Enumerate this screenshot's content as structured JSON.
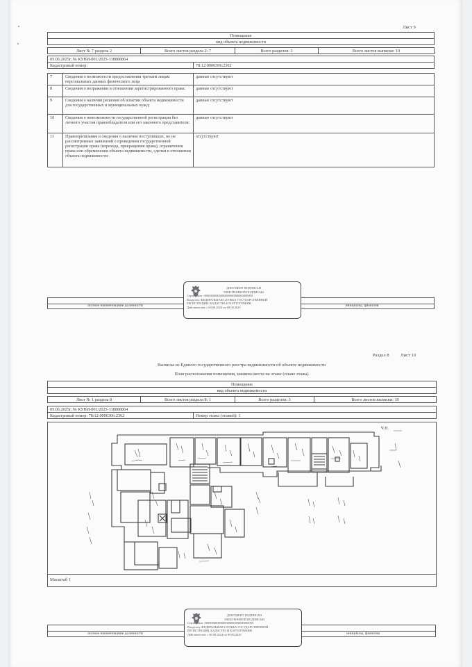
{
  "page1": {
    "sheet_label": "Лист 9",
    "object_type": "Помещение",
    "object_type_caption": "вид объекта недвижимости",
    "meta_row": [
      "Лист № 7 раздела 2",
      "Всего листов раздела 2: 7",
      "Всего разделов: 3",
      "Всего листов выписки: 10"
    ],
    "extract_number": "05.06.2025г. № КУВИ-001/2025-118888864",
    "cadastral_label": "Кадастровый номер:",
    "cadastral_value": "78:12:0006306:2362",
    "rows": [
      {
        "num": "7",
        "label": "Сведения о возможности предоставления третьим лицам персональных данных физического лица",
        "value": "данные отсутствуют"
      },
      {
        "num": "8",
        "label": "Сведения о возражении в отношении зарегистрированного права:",
        "value": "данные отсутствуют"
      },
      {
        "num": "9",
        "label": "Сведения о наличии решения об изъятии объекта недвижимости для государственных и муниципальных нужд:",
        "value": "данные отсутствуют"
      },
      {
        "num": "10",
        "label": "Сведения о невозможности государственной регистрации без личного участия правообладателя или его законного представителя:",
        "value": "данные отсутствуют"
      },
      {
        "num": "11",
        "label": "Правопритязания и сведения о наличии поступивших, но не рассмотренных заявлений о проведении государственной регистрации права (перехода, прекращения права), ограничения права или обременения объекта недвижимости, сделки в отношении объекта недвижимости:",
        "value": "отсутствуют"
      }
    ],
    "signature": {
      "position_caption": "полное наименование должности",
      "name_caption": "инициалы, фамилия",
      "stamp": {
        "line1": "ДОКУМЕНТ ПОДПИСАН",
        "line2": "ЭЛЕКТРОННОЙ ПОДПИСЬЮ",
        "line3": "Сертификат: 00000000000000000000000000000000",
        "line4": "Владелец: ФЕДЕРАЛЬНАЯ СЛУЖБА ГОСУДАРСТВЕННОЙ",
        "line5": "РЕГИСТРАЦИИ, КАДАСТРА И КАРТОГРАФИИ",
        "line6": "Действителен: с 00.00.2024 по 00.00.2025"
      }
    }
  },
  "page2": {
    "section_label": "Раздел 8",
    "sheet_label": "Лист 10",
    "title": "Выписка из Единого государственного реестра недвижимости об объекте недвижимости",
    "subtitle": "План расположения помещения, машино-места на этаже (плане этажа)",
    "object_type": "Помещение",
    "object_type_caption": "вид объекта недвижимости",
    "meta_row": [
      "Лист № 1 раздела 8",
      "Всего листов раздела 8: 1",
      "Всего разделов: 3",
      "Всего листов выписки: 10"
    ],
    "extract_number": "05.06.2025г. № КУВИ-001/2025-118888864",
    "cadastral_label": "Кадастровый номер: 78:12:0006306:2362",
    "floor_label": "Номер этажа (этажей): 1",
    "plan_marker": "Ч.Н.",
    "scale_label": "Масштаб 1",
    "signature": {
      "position_caption": "полное наименование должности",
      "name_caption": "инициалы, фамилия",
      "stamp": {
        "line1": "ДОКУМЕНТ ПОДПИСАН",
        "line2": "ЭЛЕКТРОННОЙ ПОДПИСЬЮ",
        "line3": "Сертификат: 00000000000000000000000000000000",
        "line4": "Владелец: ФЕДЕРАЛЬНАЯ СЛУЖБА ГОСУДАРСТВЕННОЙ",
        "line5": "РЕГИСТРАЦИИ, КАДАСТРА И КАРТОГРАФИИ",
        "line6": "Действителен: с 00.00.2024 по 00.00.2025"
      }
    }
  }
}
